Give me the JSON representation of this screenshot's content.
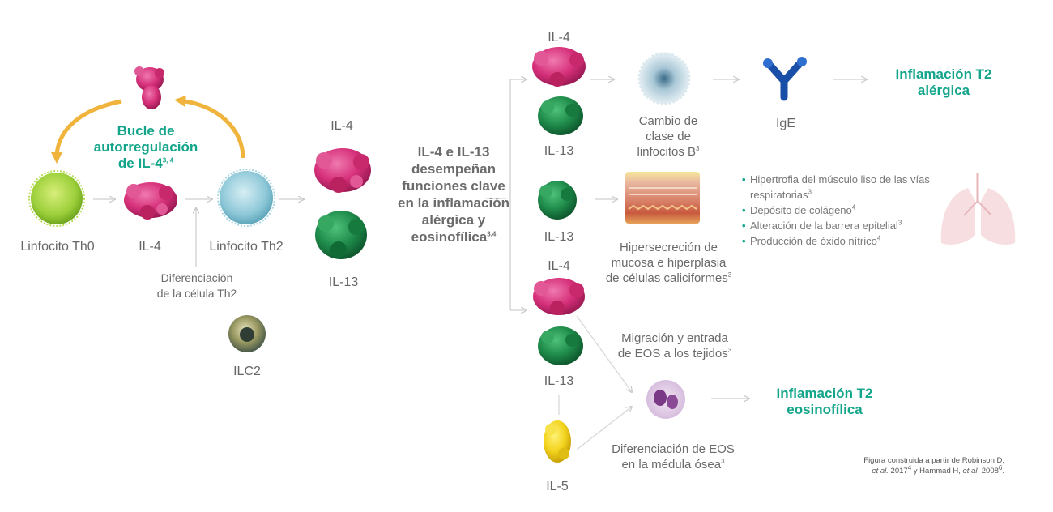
{
  "left_panel": {
    "loop_title": "Bucle de autorregulación de IL-4",
    "loop_title_line1": "Bucle de",
    "loop_title_line2": "autorregulación",
    "loop_title_line3": "de IL-4",
    "loop_ref": "3, 4",
    "th0_label": "Linfocito Th0",
    "il4_label": "IL-4",
    "th2_label": "Linfocito Th2",
    "diff_line1": "Diferenciación",
    "diff_line2": "de la célula Th2",
    "ilc2_label": "ILC2"
  },
  "middle_panel": {
    "il4_label": "IL-4",
    "il13_label": "IL-13",
    "central_line1": "IL-4 e IL-13",
    "central_line2": "desempeñan",
    "central_line3": "funciones clave",
    "central_line4": "en la inflamación",
    "central_line5": "alérgica y",
    "central_line6": "eosinofílica",
    "central_ref": "3,4"
  },
  "row1": {
    "il4_label": "IL-4",
    "il13_label": "IL-13",
    "bcell_line1": "Cambio de",
    "bcell_line2": "clase de",
    "bcell_line3": "linfocitos B",
    "bcell_ref": "3",
    "ige_label": "IgE",
    "outcome_line1": "Inflamación T2",
    "outcome_line2": "alérgica"
  },
  "row2": {
    "il13_label": "IL-13",
    "mucus_line1": "Hipersecreción de",
    "mucus_line2": "mucosa e hiperplasia",
    "mucus_line3": "de células caliciformes",
    "mucus_ref": "3",
    "bullets": [
      {
        "text": "Hipertrofia del músculo liso de las vías respiratorias",
        "ref": "3"
      },
      {
        "text": "Depósito de colágeno",
        "ref": "4"
      },
      {
        "text": "Alteración de la barrera epitelial",
        "ref": "3"
      },
      {
        "text": "Producción de óxido nítrico",
        "ref": "4"
      }
    ]
  },
  "row3": {
    "il4_label": "IL-4",
    "il13_label": "IL-13",
    "il5_label": "IL-5",
    "migration_line1": "Migración y entrada",
    "migration_line2": "de EOS a los tejidos",
    "migration_ref": "3",
    "diff_line1": "Diferenciación de EOS",
    "diff_line2": "en la médula ósea",
    "diff_ref": "3",
    "outcome_line1": "Inflamación T2",
    "outcome_line2": "eosinofílica"
  },
  "footnote": {
    "line1": "Figura construida a partir de Robinson D,",
    "part_a": "et al.",
    "part_b": " 2017",
    "ref_a": "4",
    "part_c": " y Hammad H, ",
    "part_d": "et al.",
    "part_e": " 2008",
    "ref_b": "6",
    "part_f": "."
  },
  "colors": {
    "teal": "#13a58a",
    "il4_pink": "#d6307a",
    "il13_green": "#1e8a4a",
    "il5_yellow": "#f2d31c",
    "th0_green": "#9ccf3a",
    "th2_blue": "#8ec8d8",
    "ige_blue": "#1a4fa8",
    "loop_arrow": "#f0b43c"
  }
}
